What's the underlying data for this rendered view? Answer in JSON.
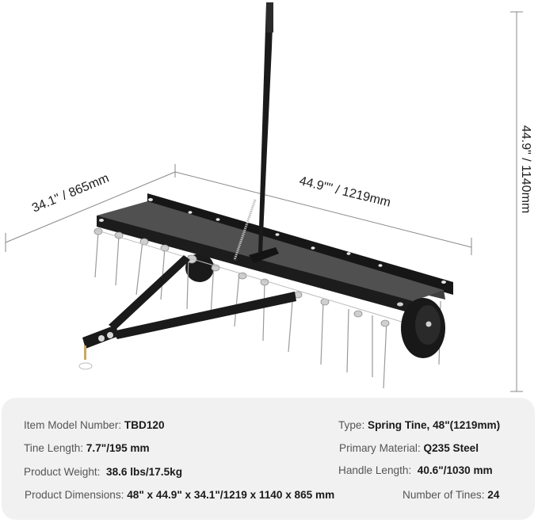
{
  "dimensions": {
    "depth_label": "34.1\" / 865mm",
    "width_label": "44.9\"\" / 1219mm",
    "height_label": "44.9\" / 1140mm"
  },
  "product": {
    "illustration": "spring tine dethatcher with tow hitch, handle lever and two wheels"
  },
  "specs": {
    "model": {
      "label": "Item Model Number: ",
      "value": "TBD120"
    },
    "tine_length": {
      "label": "Tine Length: ",
      "value": "7.7\"/195 mm"
    },
    "weight": {
      "label": "Product Weight:  ",
      "value": "38.6 lbs/17.5kg"
    },
    "dimensions": {
      "label": "Product Dimensions: ",
      "value": "48\" x 44.9\" x 34.1\"/1219 x 1140 x 865 mm"
    },
    "type": {
      "label": "Type: ",
      "value": "Spring Tine, 48\"(1219mm)"
    },
    "material": {
      "label": "Primary Material: ",
      "value": "Q235 Steel"
    },
    "handle_length": {
      "label": "Handle Length:  ",
      "value": "40.6\"/1030 mm"
    },
    "tines": {
      "label": "Number of Tines: ",
      "value": "24"
    }
  },
  "colors": {
    "panel_bg": "#f1f1f1",
    "frame": "#1c1c1c",
    "deck": "#4a4a4a",
    "dim_line": "#8a8a8a",
    "label_text": "#555555",
    "value_text": "#1a1a1a"
  }
}
